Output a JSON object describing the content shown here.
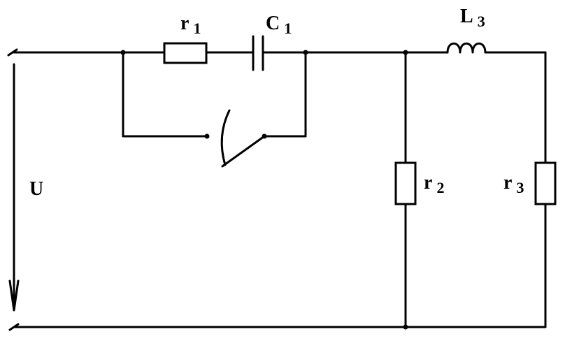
{
  "labels": {
    "r1": {
      "main": "r",
      "sub": "1"
    },
    "c1": {
      "main": "C",
      "sub": "1"
    },
    "l3": {
      "main": "L",
      "sub": "3"
    },
    "r2": {
      "main": "r",
      "sub": "2"
    },
    "r3": {
      "main": "r",
      "sub": "3"
    },
    "u": "U"
  },
  "colors": {
    "ink": "#000000",
    "background": "#ffffff"
  }
}
